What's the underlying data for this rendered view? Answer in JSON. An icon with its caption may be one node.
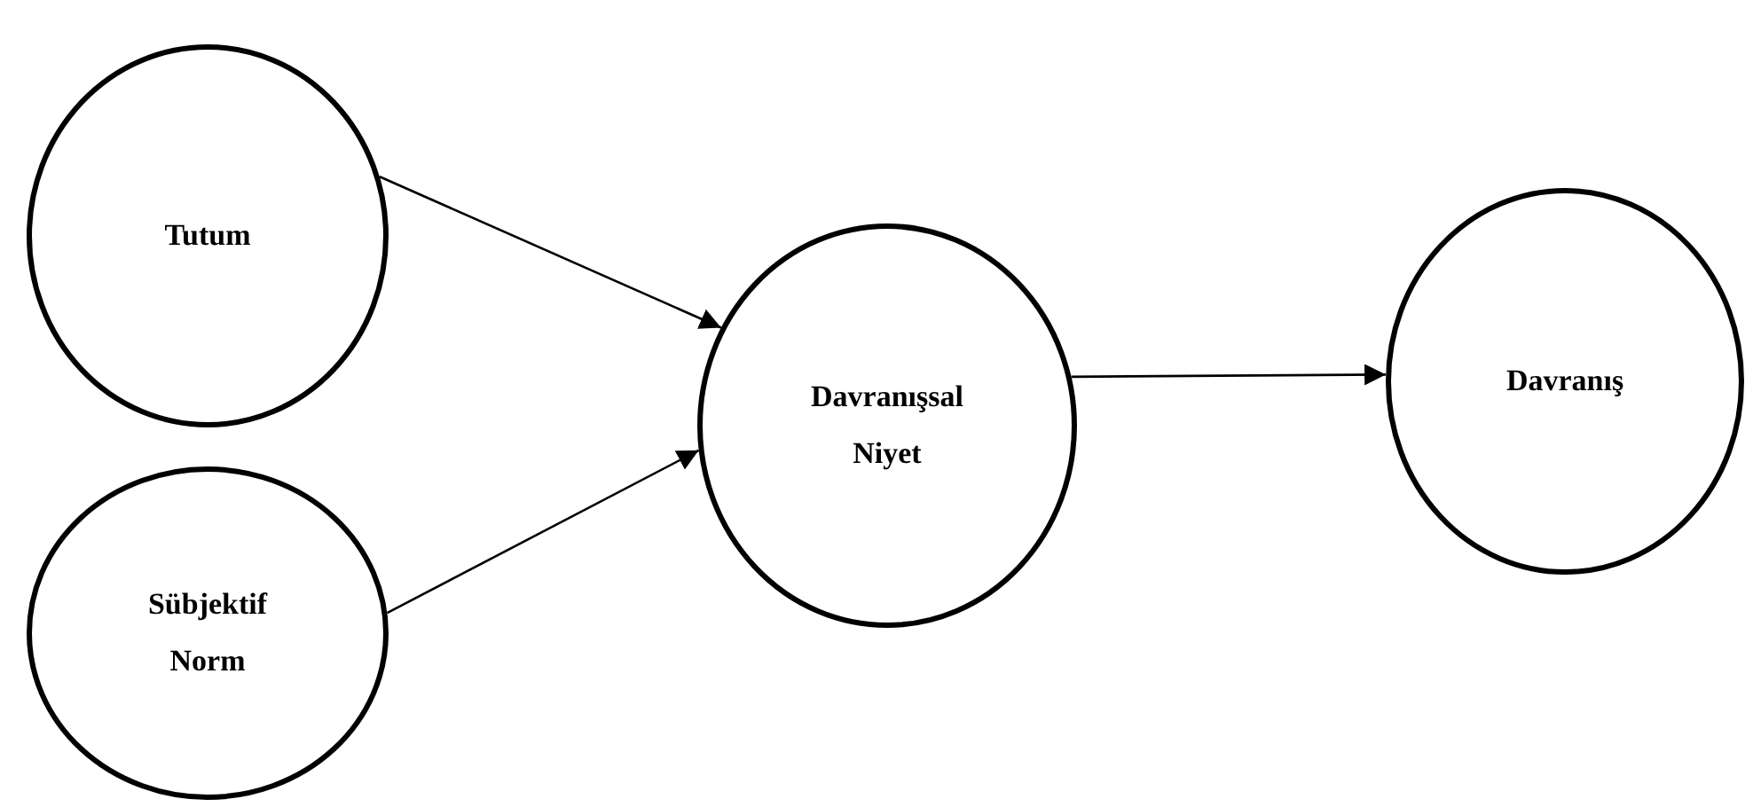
{
  "diagram": {
    "nodes": [
      {
        "text": [
          "Tutum"
        ]
      },
      {
        "text": [
          "Sübjektif Norm"
        ]
      },
      {
        "text": [
          "Davranışsal Niyet"
        ]
      },
      {
        "text": [
          "Davranış"
        ]
      }
    ],
    "edges": [
      {
        "from": 0,
        "to": 2,
        "arrow": "to"
      },
      {
        "from": 1,
        "to": 2,
        "arrow": "to"
      },
      {
        "from": 2,
        "to": 3,
        "arrow": "to"
      }
    ]
  }
}
